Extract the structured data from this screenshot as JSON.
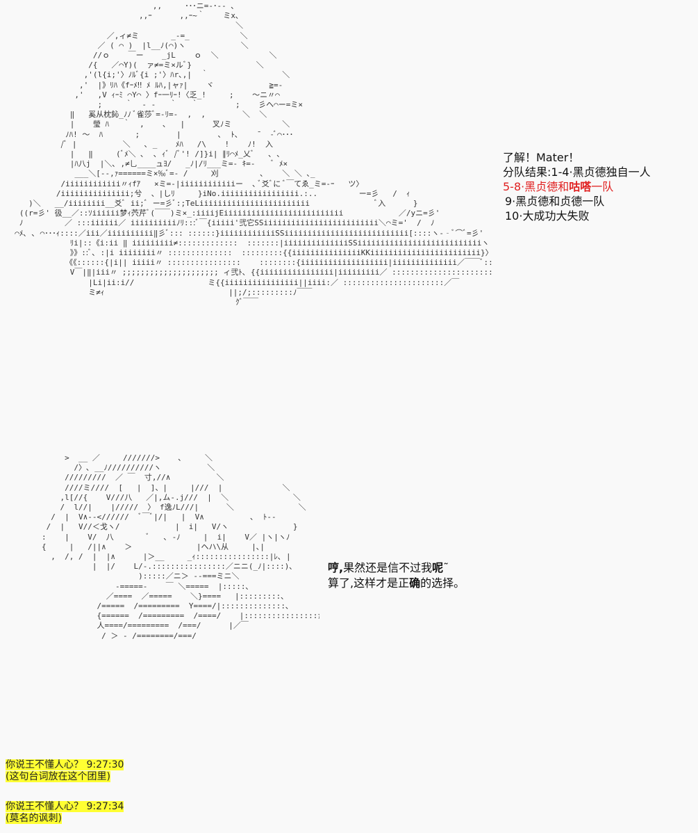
{
  "art": {
    "top_figure": "                                ,,     ･･･ニ=-･-- ､\n                             ,,ｰ      ,,ｰ~｀    ミx､\n                                                  ＼\n                      ／,ィ≠ミ       _-=_           ＼\n                    ／ ( ⌒ )  |l__ﾉ(⌒)ヽ            ＼\n                   //ｏ    ￣ー    _jL    ｏ  ＼           ＼\n                  /{   ／⌒Y)(  ァ≠=ミ×ルﾞ}              ＼\n                 ,'(l{i;'〉ﾉﾙﾞ{i ;'〉ﾊr､,|  ｀                ＼\n                ,'  |》ﾘﾊ《fｰﾒ‼ ﾒ ﾙﾊ,|ャｧ|    ヾ            ≧=-\n               ,'   ,V ｨｰﾐ ⌒Y⌒ 〉fｰ一ﾘｰ!〈乏_!     ;    ～ニ〃⌒\n                    ;     ｀  ‐ ‐   ｀   ｀        ;    彡ヘ⌒ー=ミ×\n              ‖   奚从枕鈊_ﾉﾉ ﾞ雀莎ﾞ=-ﾘ=-  ,  ,        ＼  ＼\n              |    瑩 ﾊ   ｀  ,    ､   |      叉ﾉミ           ＼\n             ﾉﾊ! ～  ﾊ       ;        |        ､  ﾄ､    ̄   -ﾞ⌒･･･\n            /ﾞ |          ＼   ､ _    ﾒﾊ   /\\    !    ﾉ!  入\n              |   ‖     (ﾞﾒ＼ ､  ､ ｨﾞ /ﾞ'! /]}i| ∥ﾘ⌒ﾒ_乂ﾞ   ､ ､\n              |ﾊ八j  |＼､ ,≠乚____ュﾖ/   _ﾉ|/ﾘ___ミ=- ｷ=-    ﾞ ﾒ×\n               ___＼[-‐,ｧ======ミ×‰ﾞ=- /     刈         ､    ＼ ＼ ､_\n            /iiiiiiiiiiii〃ｨfｱ   ×ミ=-|iiiiiiiiiiiiー  ､ ﾞ爻ﾞに ﾞ￣てゑ_ミ=-ｰ   ツ〉\n           /iiiiiiiiiiiiiii;兮  、|しﾘ     }iNo.iiiiiiiiiiiiiiiii.:..         ー=彡   /  ｨ\n     )＼   __/iiiiiiii__爻ﾞ ii;ﾞ ー=彡ﾞ:;TeLiiiiiiiiiiiiiiiiiiiiiiii              ﾞ入      }\n   ((r=彡' 彶__／::ｿiiiiii梦ｨ茓芹ﾞ(￣￣)ミ×_:iiiijEiiiiiiiiiiiiiiiiiiiiiiiiii            ／/yニ=彡'\n   ﾉ         ／ :::iiiiii／ iiiiiiiiiiﾉﾘ:::ﾞ￣{iiiii'弐它SSiiiiiiiiiiiiiiiiiiiiiiiii＼⌒ミ='  /  ﾉ\n  ⌒ﾒ､ ､ ⌒･･･ｨ::::／iii／iiiiiiiiii‖彡ﾞ::: ::::::}iiiiiiiiiiiiSSiiiiiiiiiiiiiiiiiiiiiiiiiii[::::ヽ-‐ﾞ⌒ﾞ=彡'\n              ﾘi|::《i:ii ‖ iiiiiiiii≠:::::::::::::  :::::::|iiiiiiiiiiiiiiSSiiiiiiiiiiiiiiiiiiiiiiiiiiiヽ :::::::≦ニ_,\n              》》::ﾞ､ :|i iiiiiiii〃 ::::::::::::::  :::::::::{{iiiiiiiiiiiiiiiKKiiiiiiiiiiiiiiiiiiiiiiii}〉>  ::::::::::[⌒\n             《《::::::{|i|| iiiii〃 ::::::::::::::::    ::::::::{iiiiiiiiiiiiiiiiiii|iiiiiiiiiiiiii／￣￣ﾞ:::::::::::::|￣\n              V￣|‖|iii〃 ;;;;;;;;;;;;;;;;;;;;; ィ弐ﾄ､ {{iiiiiiiiiiiiiiii|iiiiiiiii／ ::::::::::::::::::::::::::ﾉ\n                  |Li|ii:i//                ミ{{iiiiiiiiiiiiiiii||iiii:／ ::::::::::::::::::::::／￣\n                  ミ≠ｨ                           ||;/;:::::::::ﾉ￣￣\n                                                  ｸﾞ￣￣",
    "bottom_figure": "     >  __ ／     ///////>    ､     ＼\n       /〉､ __ﾉ//////////ヽ          ＼\n     /////////  ／ ￣  寸,//∧          ＼\n     ////ミ////  [   |  ]、|     |///  |             ＼\n    ,l[//{    V///八   ／|,ム‐.j///  |  ＼              ＼\n    /  l//|    |/////  〉 f逸ﾉL///|      ＼              ＼\n  /  |  V∧-‐<//////  ﾞ￣ﾞ|/|   |  V∧          ､  ﾄ--\n /  |   V//＜戈ヽ/            |  i|   V/ヽ              }\n:    |    V/  八       ﾞ   ､ -ﾉ     |  i|    V／ |ヽ|ヽﾉ\n{     |   /||∧    ＞              |ヘハ\\从     |､|\n  ,  /, /  |  |∧      |＞__     _ｨ::::::::::::::::|ﾚ､ |\n           |  |/    L/-.::::::::::::::::／ニニ(_ﾉ|::::)､\n                     ):::::／ニ＞ ‐‐===ミニ＼\n                -=====-    ￣ ＼=====  |:::::､\n              ／====  ／=====    ＼}====   |:::::::::､\n            /=====  /=========  Y====/|::::::::::::::､\n            {======  /=========  /====/    |::::::::::::::::ｧ\n            人====/=========  /===/      |／￣\n             / ＞ ‐ /========/===/"
  },
  "bubble1": {
    "line1": "了解！Mater！",
    "line2": "分队结果:1-4·黑贞德独自一人",
    "line3_a": "5-8·黑贞德和",
    "line3_b": "咕嗒",
    "line3_c": "一队",
    "line4": "9·黑贞德和贞德一队",
    "line5": "10·大成功大失败"
  },
  "bubble2": {
    "line1_a": "哼,",
    "line1_b": "果然还是信不过我",
    "line1_c": "呢",
    "line1_d": "˜",
    "line2_a": "算了,这样才是正",
    "line2_b": "确",
    "line2_c": "的选择。"
  },
  "comments": [
    {
      "author_time": "你说王不懂人心？ 9:27:30",
      "text": "(这句台词放在这个团里)"
    },
    {
      "author_time": "你说王不懂人心？ 9:27:34",
      "text": "(莫名的讽刺)"
    }
  ]
}
